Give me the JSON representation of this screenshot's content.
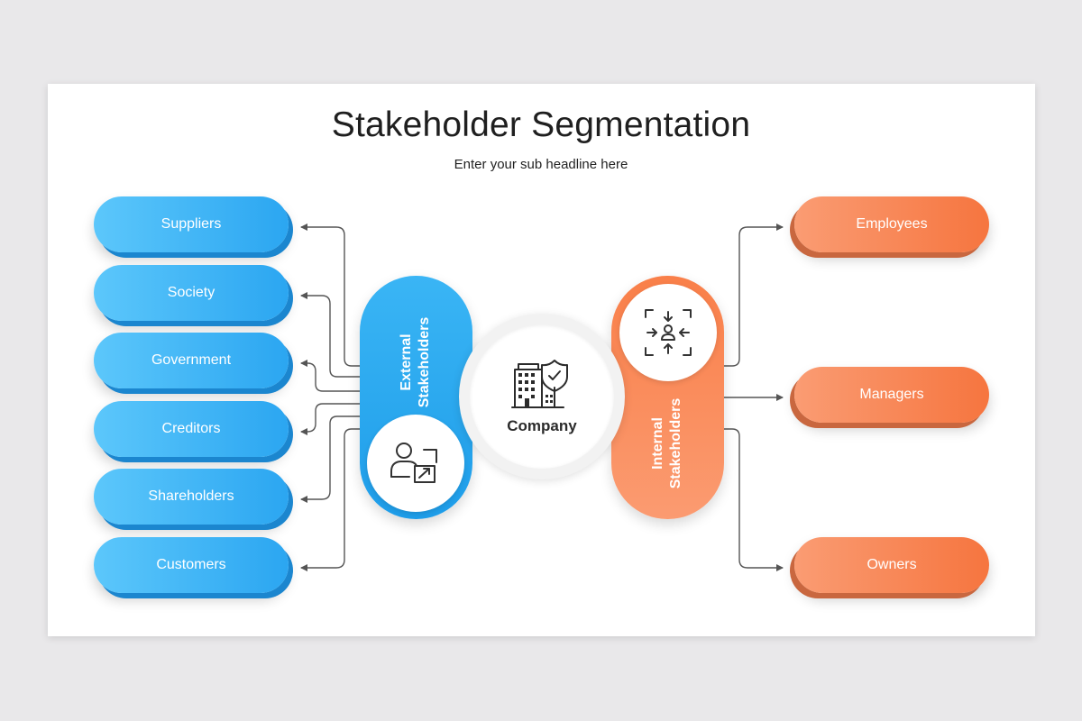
{
  "title": "Stakeholder Segmentation",
  "subtitle": "Enter your sub headline here",
  "center": {
    "label": "Company",
    "icon": "building-shield-icon"
  },
  "external": {
    "label": "External Stakeholders",
    "icon": "person-growth-icon",
    "color": "#2ba6f1",
    "items": [
      "Suppliers",
      "Society",
      "Government",
      "Creditors",
      "Shareholders",
      "Customers"
    ]
  },
  "internal": {
    "label": "Internal Stakeholders",
    "icon": "focus-person-icon",
    "color": "#f6753f",
    "items": [
      "Employees",
      "Managers",
      "Owners"
    ]
  }
}
